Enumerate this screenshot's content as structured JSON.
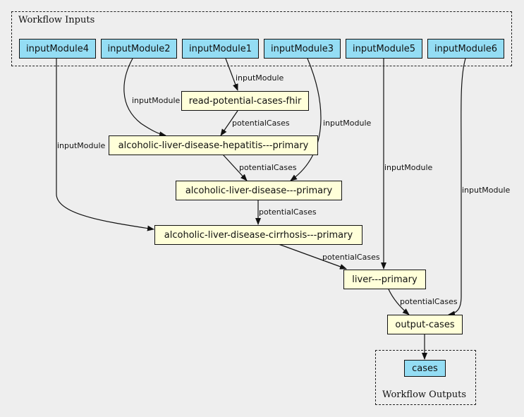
{
  "clusters": {
    "inputs_label": "Workflow Inputs",
    "outputs_label": "Workflow Outputs"
  },
  "nodes": {
    "inputModule4": "inputModule4",
    "inputModule2": "inputModule2",
    "inputModule1": "inputModule1",
    "inputModule3": "inputModule3",
    "inputModule5": "inputModule5",
    "inputModule6": "inputModule6",
    "read_potential_cases_fhir": "read-potential-cases-fhir",
    "hepatitis_primary": "alcoholic-liver-disease-hepatitis---primary",
    "disease_primary": "alcoholic-liver-disease---primary",
    "cirrhosis_primary": "alcoholic-liver-disease-cirrhosis---primary",
    "liver_primary": "liver---primary",
    "output_cases": "output-cases",
    "cases": "cases"
  },
  "edge_labels": {
    "e_im1_read": "inputModule",
    "e_im2_hep": "inputModule",
    "e_read_hep": "potentialCases",
    "e_im3_dis": "inputModule",
    "e_im4_cir": "inputModule",
    "e_hep_dis": "potentialCases",
    "e_im5_liv": "inputModule",
    "e_im6_out": "inputModule",
    "e_dis_cir": "potentialCases",
    "e_cir_liv": "potentialCases",
    "e_liv_out": "potentialCases"
  },
  "colors": {
    "io_node": "#94ddf4",
    "step_node": "#ffffd9",
    "background": "#eeeeee"
  }
}
